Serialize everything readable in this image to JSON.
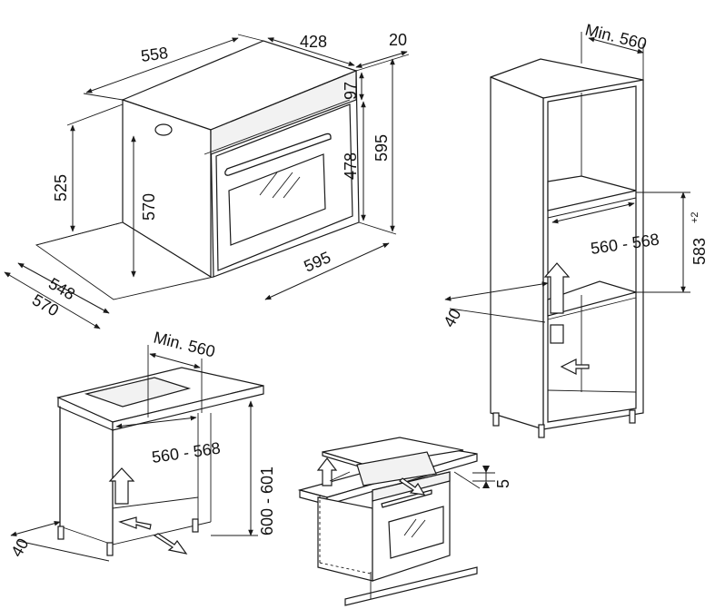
{
  "oven_dimensions": {
    "depth_total": "558",
    "depth_inner": "428",
    "door_thickness": "20",
    "panel_height": "97",
    "height_total": "595",
    "door_height": "478",
    "cavity_height": "570",
    "side_height": "525",
    "width_front": "595",
    "width_a": "548",
    "width_b": "570"
  },
  "column_install": {
    "min_width": "Min. 560",
    "niche_width": "560 - 568",
    "niche_height_base": "583",
    "niche_height_tol": "+2",
    "rear_gap": "40"
  },
  "undercounter_install": {
    "min_width": "Min. 560",
    "niche_width": "560 - 568",
    "niche_height": "600 - 601",
    "rear_gap": "40"
  },
  "hob_install": {
    "gap": "5"
  }
}
